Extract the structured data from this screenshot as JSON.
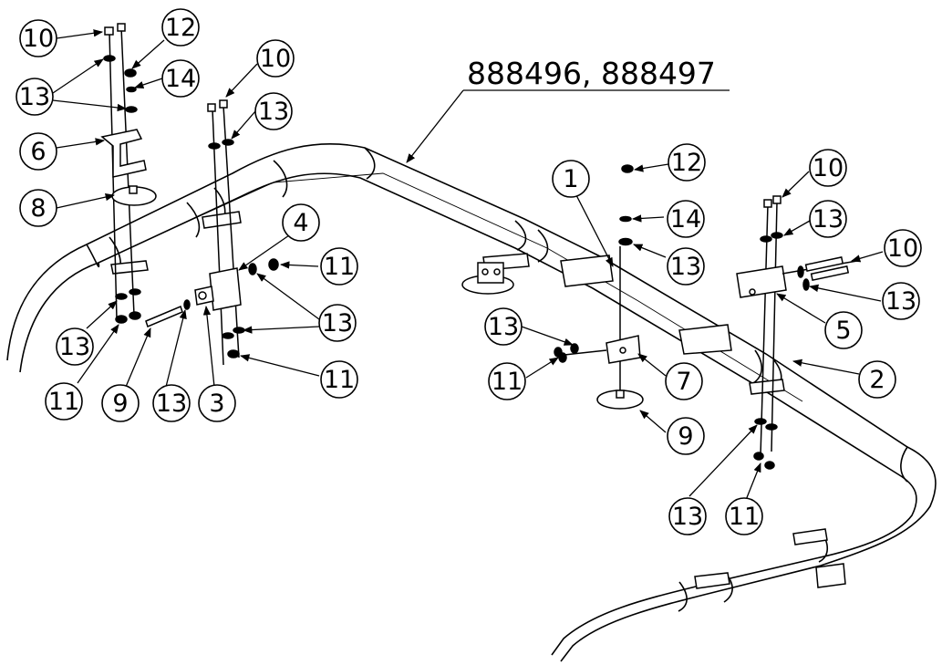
{
  "drawing": {
    "part_numbers_label": "888496, 888497",
    "colors": {
      "ink": "#000000",
      "paper": "#ffffff"
    }
  },
  "balloons": [
    {
      "id": "b10a",
      "label": "10"
    },
    {
      "id": "b12a",
      "label": "12"
    },
    {
      "id": "b14a",
      "label": "14"
    },
    {
      "id": "b13a",
      "label": "13"
    },
    {
      "id": "b6",
      "label": "6"
    },
    {
      "id": "b8",
      "label": "8"
    },
    {
      "id": "b10b",
      "label": "10"
    },
    {
      "id": "b13b",
      "label": "13"
    },
    {
      "id": "b4",
      "label": "4"
    },
    {
      "id": "b11a",
      "label": "11"
    },
    {
      "id": "b13c",
      "label": "13"
    },
    {
      "id": "b11b",
      "label": "11"
    },
    {
      "id": "b13d",
      "label": "13"
    },
    {
      "id": "b11c",
      "label": "11"
    },
    {
      "id": "b9a",
      "label": "9"
    },
    {
      "id": "b13e",
      "label": "13"
    },
    {
      "id": "b3",
      "label": "3"
    },
    {
      "id": "b1",
      "label": "1"
    },
    {
      "id": "b12b",
      "label": "12"
    },
    {
      "id": "b14b",
      "label": "14"
    },
    {
      "id": "b13f",
      "label": "13"
    },
    {
      "id": "b10c",
      "label": "10"
    },
    {
      "id": "b13g",
      "label": "13"
    },
    {
      "id": "b10d",
      "label": "10"
    },
    {
      "id": "b13h",
      "label": "13"
    },
    {
      "id": "b5",
      "label": "5"
    },
    {
      "id": "b2",
      "label": "2"
    },
    {
      "id": "b13i",
      "label": "13"
    },
    {
      "id": "b11d",
      "label": "11"
    },
    {
      "id": "b7",
      "label": "7"
    },
    {
      "id": "b9b",
      "label": "9"
    },
    {
      "id": "b13j",
      "label": "13"
    },
    {
      "id": "b11e",
      "label": "11"
    }
  ]
}
